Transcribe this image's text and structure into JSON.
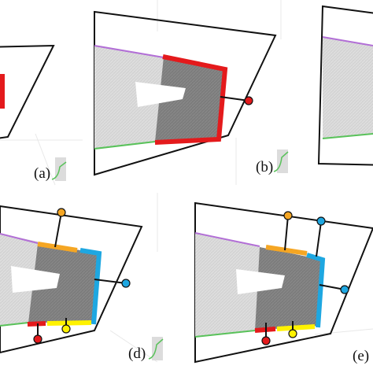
{
  "panels": [
    {
      "id": "a",
      "label": "(a)"
    },
    {
      "id": "b",
      "label": "(b)"
    },
    {
      "id": "c",
      "label": ""
    },
    {
      "id": "d",
      "label": "(d)"
    },
    {
      "id": "e",
      "label": "(e)"
    }
  ],
  "colors": {
    "red": "#e41a1c",
    "orange": "#f5a623",
    "yellow": "#fff200",
    "blue": "#1ea7e1",
    "purple": "#b26fd6",
    "green": "#59c25a",
    "dark_gray": "#7f7f7f",
    "light_gray": "#d6d6d6",
    "outline": "#111111",
    "grid_line": "#e6e6e6"
  },
  "markers": {
    "b": [
      "red"
    ],
    "d": [
      "orange",
      "blue",
      "red",
      "yellow"
    ],
    "e": [
      "orange",
      "blue",
      "red",
      "yellow"
    ]
  }
}
